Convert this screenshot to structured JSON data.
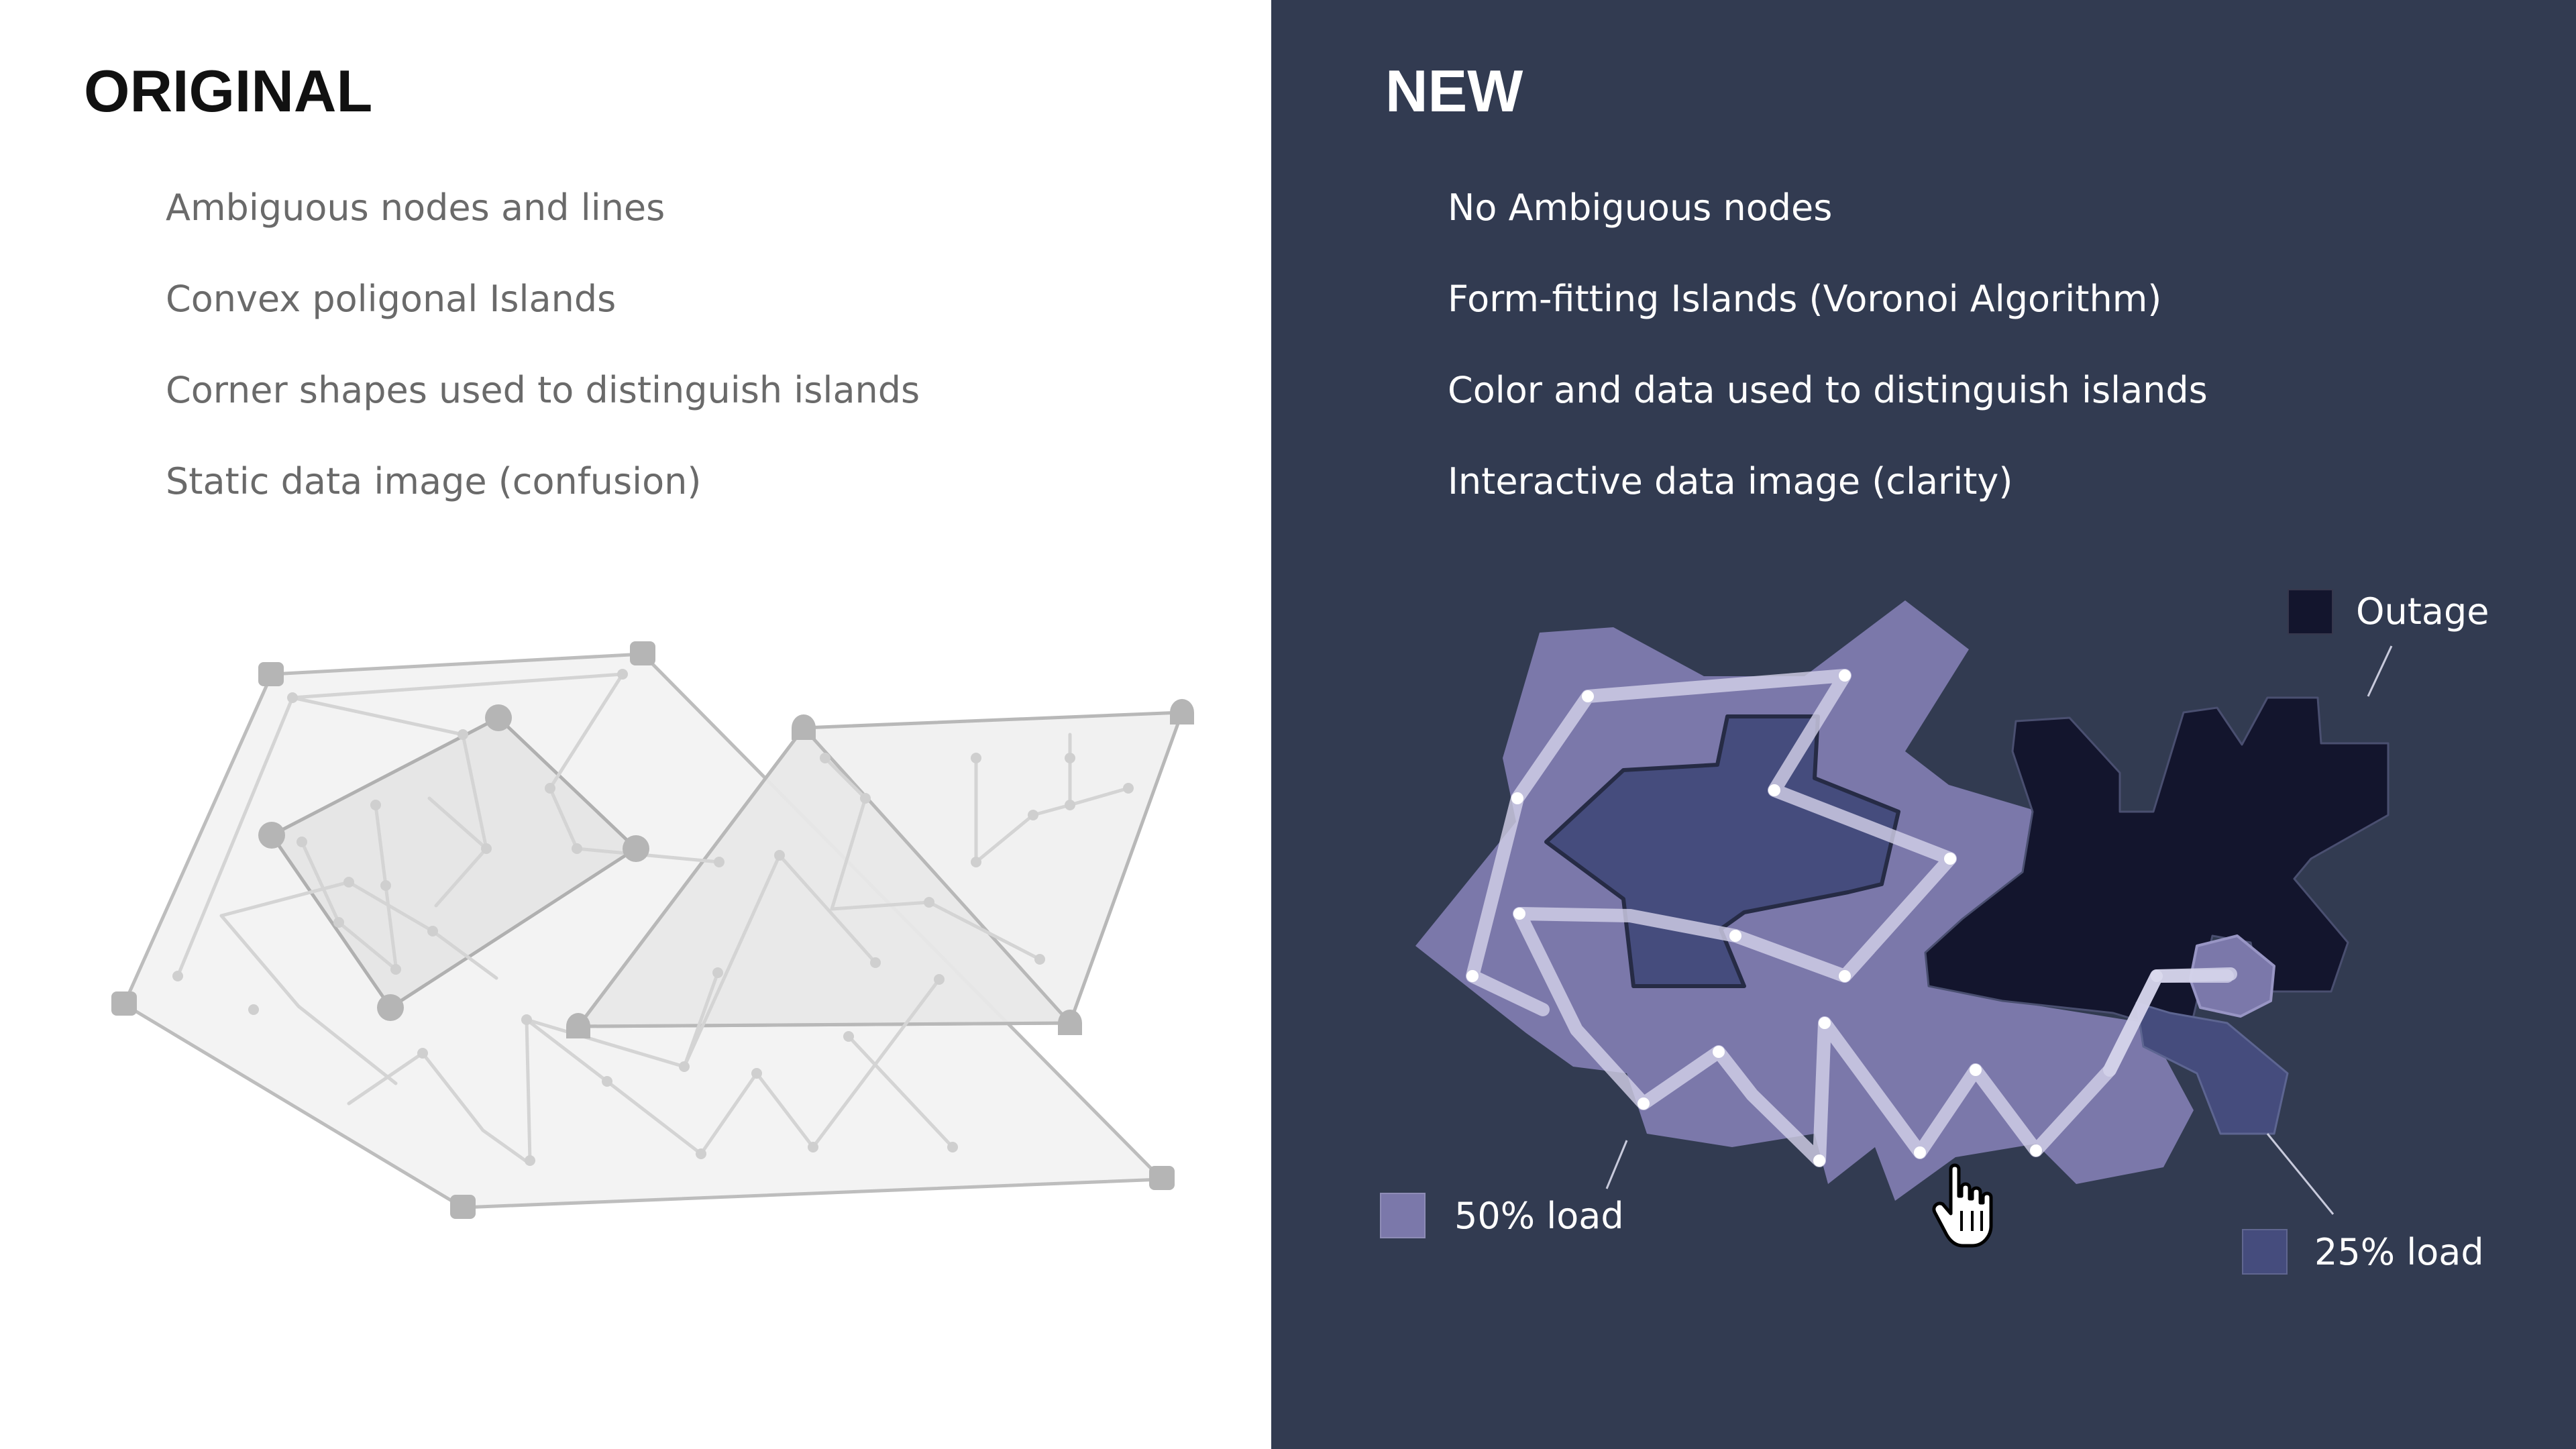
{
  "original": {
    "heading": "ORIGINAL",
    "bullets": [
      "Ambiguous nodes and lines",
      "Convex poligonal Islands",
      "Corner shapes used to distinguish islands",
      "Static data image (confusion)"
    ]
  },
  "new": {
    "heading": "NEW",
    "bullets": [
      "No Ambiguous nodes",
      "Form-fitting Islands (Voronoi Algorithm)",
      "Color and data used to distinguish islands",
      "Interactive data image (clarity)"
    ],
    "legend": {
      "outage": "Outage",
      "half_load": "50% load",
      "quarter_load": "25% load"
    }
  },
  "colors": {
    "left_background": "#ffffff",
    "right_background": "#323b51",
    "load_50": "#7b78aa",
    "load_25": "#454c7d",
    "outage": "#13152d",
    "gray_hull": "#f3f3f3",
    "gray_stroke": "#bdbdbd"
  },
  "icons": {
    "cursor": "hand-pointer-icon"
  }
}
